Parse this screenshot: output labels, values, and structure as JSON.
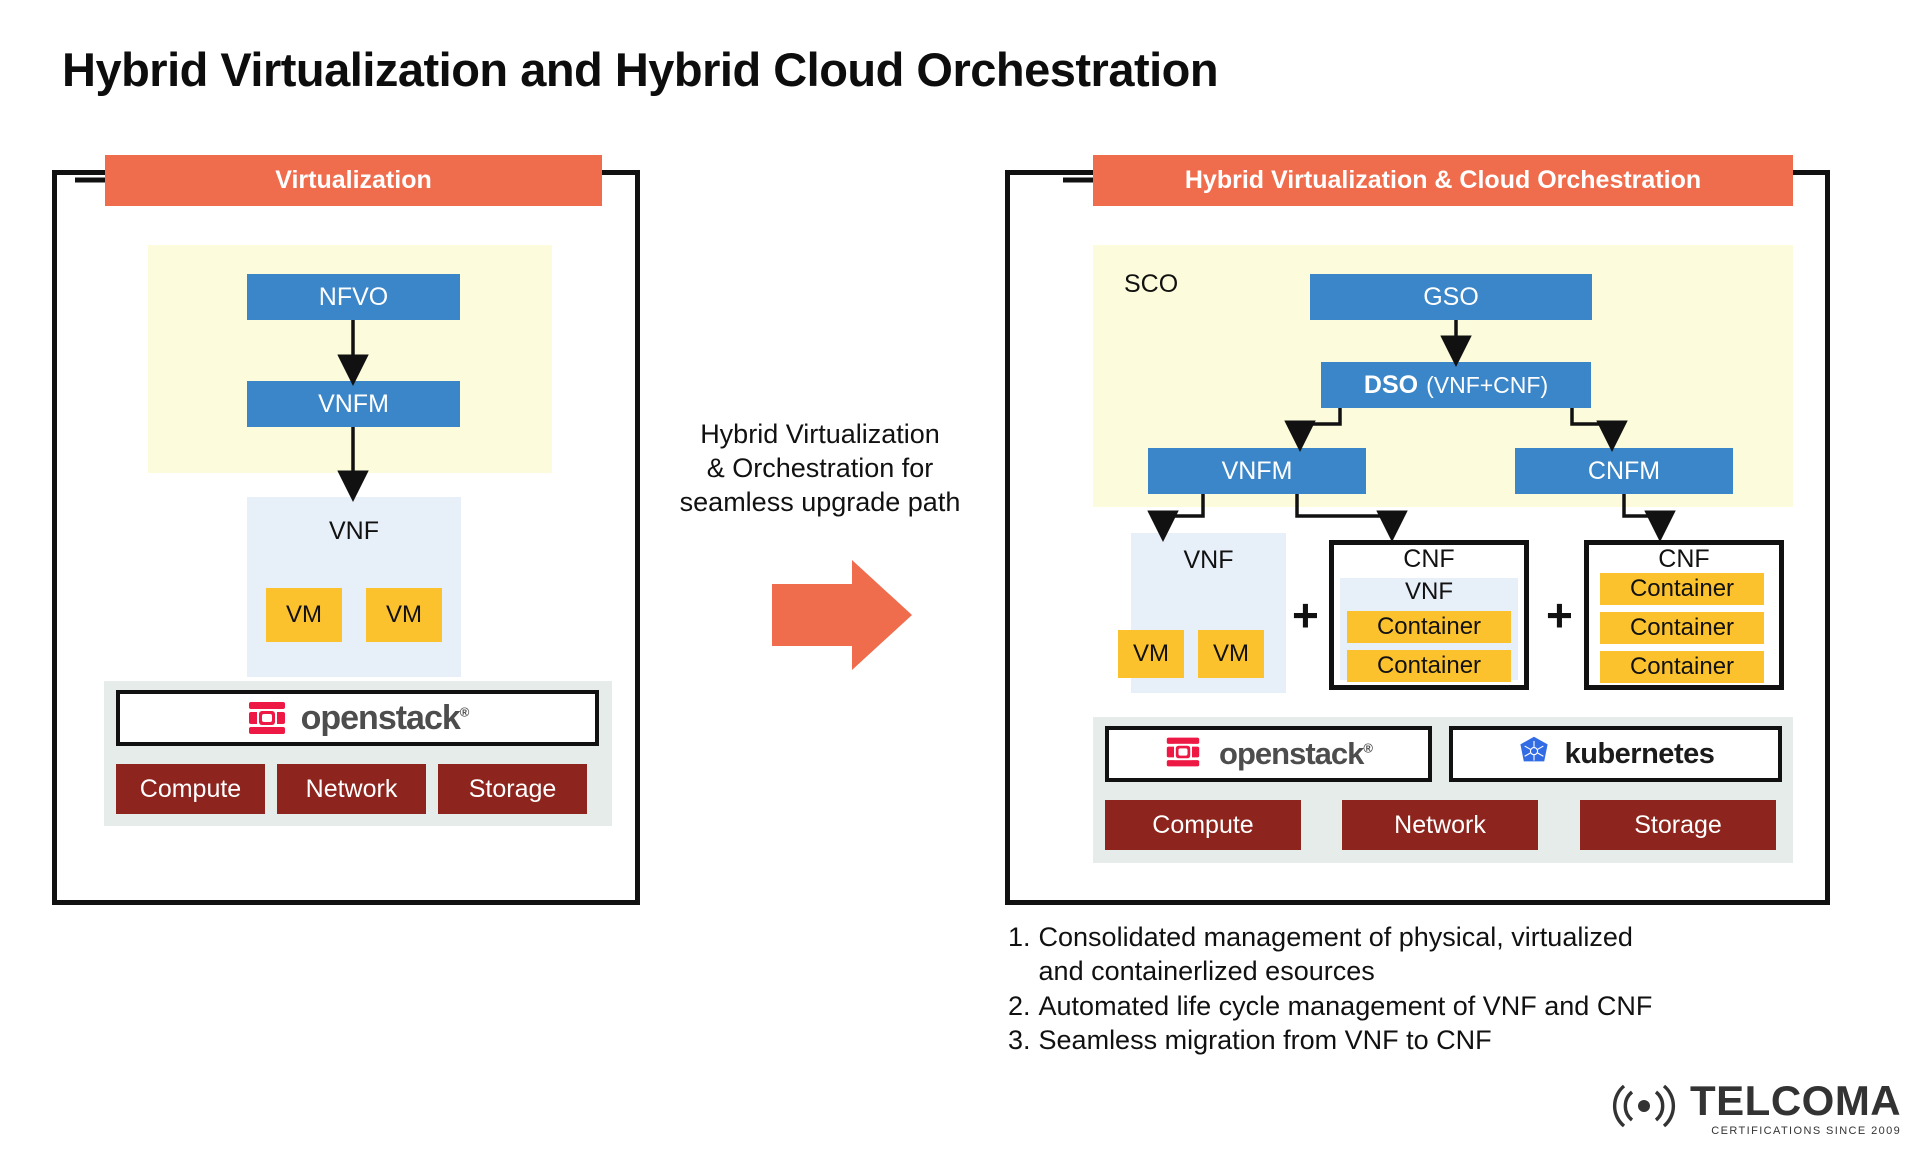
{
  "title": "Hybrid Virtualization and Hybrid Cloud Orchestration",
  "colors": {
    "accent_orange": "#ef6c4d",
    "blue_box": "#3a86c8",
    "yellow_zone": "#fcfbdc",
    "light_blue_zone": "#e7eff8",
    "vm_yellow": "#fcc22e",
    "infra_red": "#8d241d",
    "infra_zone": "#e6ecea",
    "openstack_red": "#ed1944",
    "kubernetes_blue": "#326ce5",
    "outline_black": "#111111"
  },
  "left_panel": {
    "header": "Virtualization",
    "orchestration": {
      "nfvo": "NFVO",
      "vnfm": "VNFM"
    },
    "vnf": {
      "label": "VNF",
      "vms": [
        "VM",
        "VM"
      ]
    },
    "platform": {
      "name": "openstack",
      "registered_mark": "®"
    },
    "infrastructure": [
      "Compute",
      "Network",
      "Storage"
    ]
  },
  "middle": {
    "caption_lines": [
      "Hybrid Virtualization",
      "& Orchestration for",
      "seamless upgrade path"
    ],
    "arrow_icon": "right-arrow-icon"
  },
  "right_panel": {
    "header": "Hybrid Virtualization & Cloud Orchestration",
    "sco": {
      "label": "SCO",
      "gso": "GSO",
      "dso_main": "DSO",
      "dso_paren": "(VNF+CNF)",
      "vnfm": "VNFM",
      "cnfm": "CNFM"
    },
    "workloads": {
      "vnf": {
        "label": "VNF",
        "vms": [
          "VM",
          "VM"
        ]
      },
      "plus_1": "+",
      "cnf_hybrid": {
        "label": "CNF",
        "inner_label": "VNF",
        "containers": [
          "Container",
          "Container"
        ]
      },
      "plus_2": "+",
      "cnf_pure": {
        "label": "CNF",
        "containers": [
          "Container",
          "Container",
          "Container"
        ]
      }
    },
    "platforms": [
      {
        "name": "openstack",
        "registered_mark": "®"
      },
      {
        "name": "kubernetes"
      }
    ],
    "infrastructure": [
      "Compute",
      "Network",
      "Storage"
    ]
  },
  "notes": [
    {
      "num": "1.",
      "text_lines": [
        "Consolidated management of physical, virtualized",
        "and containerlized esources"
      ]
    },
    {
      "num": "2.",
      "text_lines": [
        "Automated life cycle management of VNF and CNF"
      ]
    },
    {
      "num": "3.",
      "text_lines": [
        "Seamless migration from VNF to CNF"
      ]
    }
  ],
  "brand": {
    "name": "TELCOMA",
    "tagline": "CERTIFICATIONS SINCE 2009",
    "icon": "broadcast-waves-icon"
  }
}
